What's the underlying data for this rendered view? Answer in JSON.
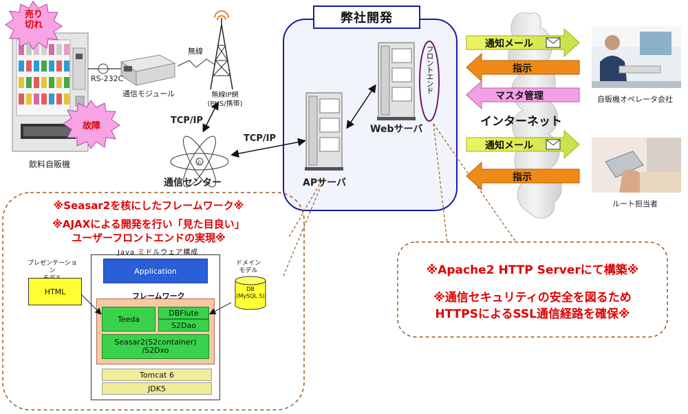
{
  "header": {
    "title": "弊社開発"
  },
  "badges": {
    "soldout": "売り\n切れ",
    "fault": "故障"
  },
  "labels": {
    "rs232c": "RS-232C",
    "module": "通信モジュール",
    "wireless": "無線",
    "wireless_net": "無線IP網\n(PHS/携帯)",
    "tcpip1": "TCP/IP",
    "tcpip2": "TCP/IP",
    "vending": "飲料自販機",
    "center": "通信センター",
    "ap_server": "APサーバ",
    "web_server": "Webサーバ",
    "frontend": "フロントエンド",
    "internet": "インターネット",
    "operator": "自販機オペレータ会社",
    "route": "ルート担当者"
  },
  "arrows": {
    "notify1": "通知メール",
    "instr1": "指示",
    "master": "マスタ管理",
    "notify2": "通知メール",
    "instr2": "指示"
  },
  "callout_left": {
    "line1": "※Seasar2を核にしたフレームワーク※",
    "line2": "※AJAXによる開発を行い「見た目良い」",
    "line3": "ユーザーフロントエンドの実現※"
  },
  "callout_right": {
    "line1": "※Apache2 HTTP Serverにて構築※",
    "line2": "※通信セキュリティの安全を図るため",
    "line3": "HTTPSによるSSL通信経路を確保※"
  },
  "middleware": {
    "title": "Java ミドルウェア構成",
    "pres_model": "プレゼンテーション\nモデル",
    "domain_model": "ドメイン\nモデル",
    "html": "HTML",
    "db": "DB\n(MySQL 5)",
    "application": "Application",
    "framework": "フレームワーク",
    "teeda": "Teeda",
    "dbflute": "DBFlute",
    "s2dao": "S2Dao",
    "seasar": "Seasar2(S2container)\n/S2Dxo",
    "tomcat": "Tomcat 6",
    "jdk": "JDK5"
  }
}
